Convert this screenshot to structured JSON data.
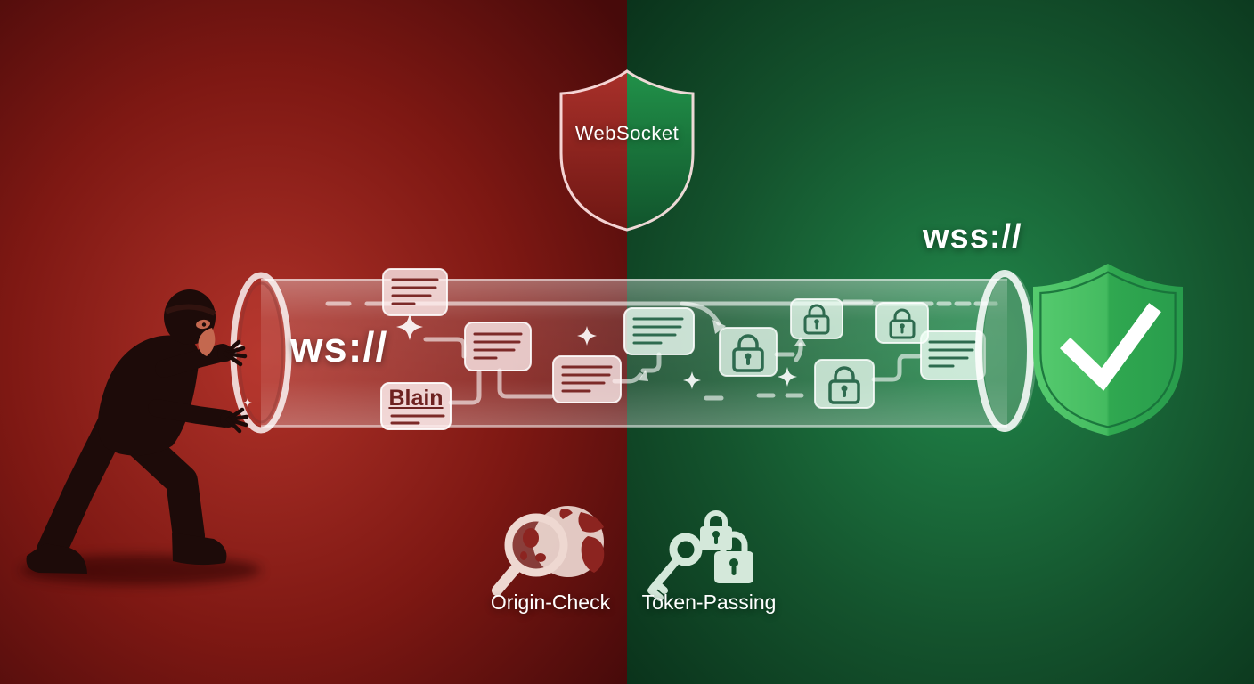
{
  "illustration": {
    "title": "WebSocket",
    "insecure_side": {
      "protocol": "ws://",
      "packet_text": "Blain",
      "countermeasure": "Origin-Check"
    },
    "secure_side": {
      "protocol": "wss://",
      "countermeasure": "Token-Passing"
    },
    "icons": {
      "attacker": "masked-thief",
      "transport": "transparent-pipe",
      "insecure_packet": "message-card",
      "secure_packet": "padlock-card",
      "top_shield": "split-red-green-shield",
      "secure_shield": "shield-checkmark",
      "origin_check": "globe-magnifier",
      "token_passing": "key-with-padlocks",
      "decor": "four-point-sparkle"
    }
  },
  "colors": {
    "red-bright": "#b23530",
    "red-dark": "#4a0b0b",
    "green-bright": "#23884a",
    "green-dark": "#0a351c",
    "shield-green": "#3cb85c",
    "card-line-red": "#7c2a28",
    "card-line-green": "#2e6b4f",
    "packet-text-red": "#6e2220",
    "text-white": "#ffffff"
  }
}
